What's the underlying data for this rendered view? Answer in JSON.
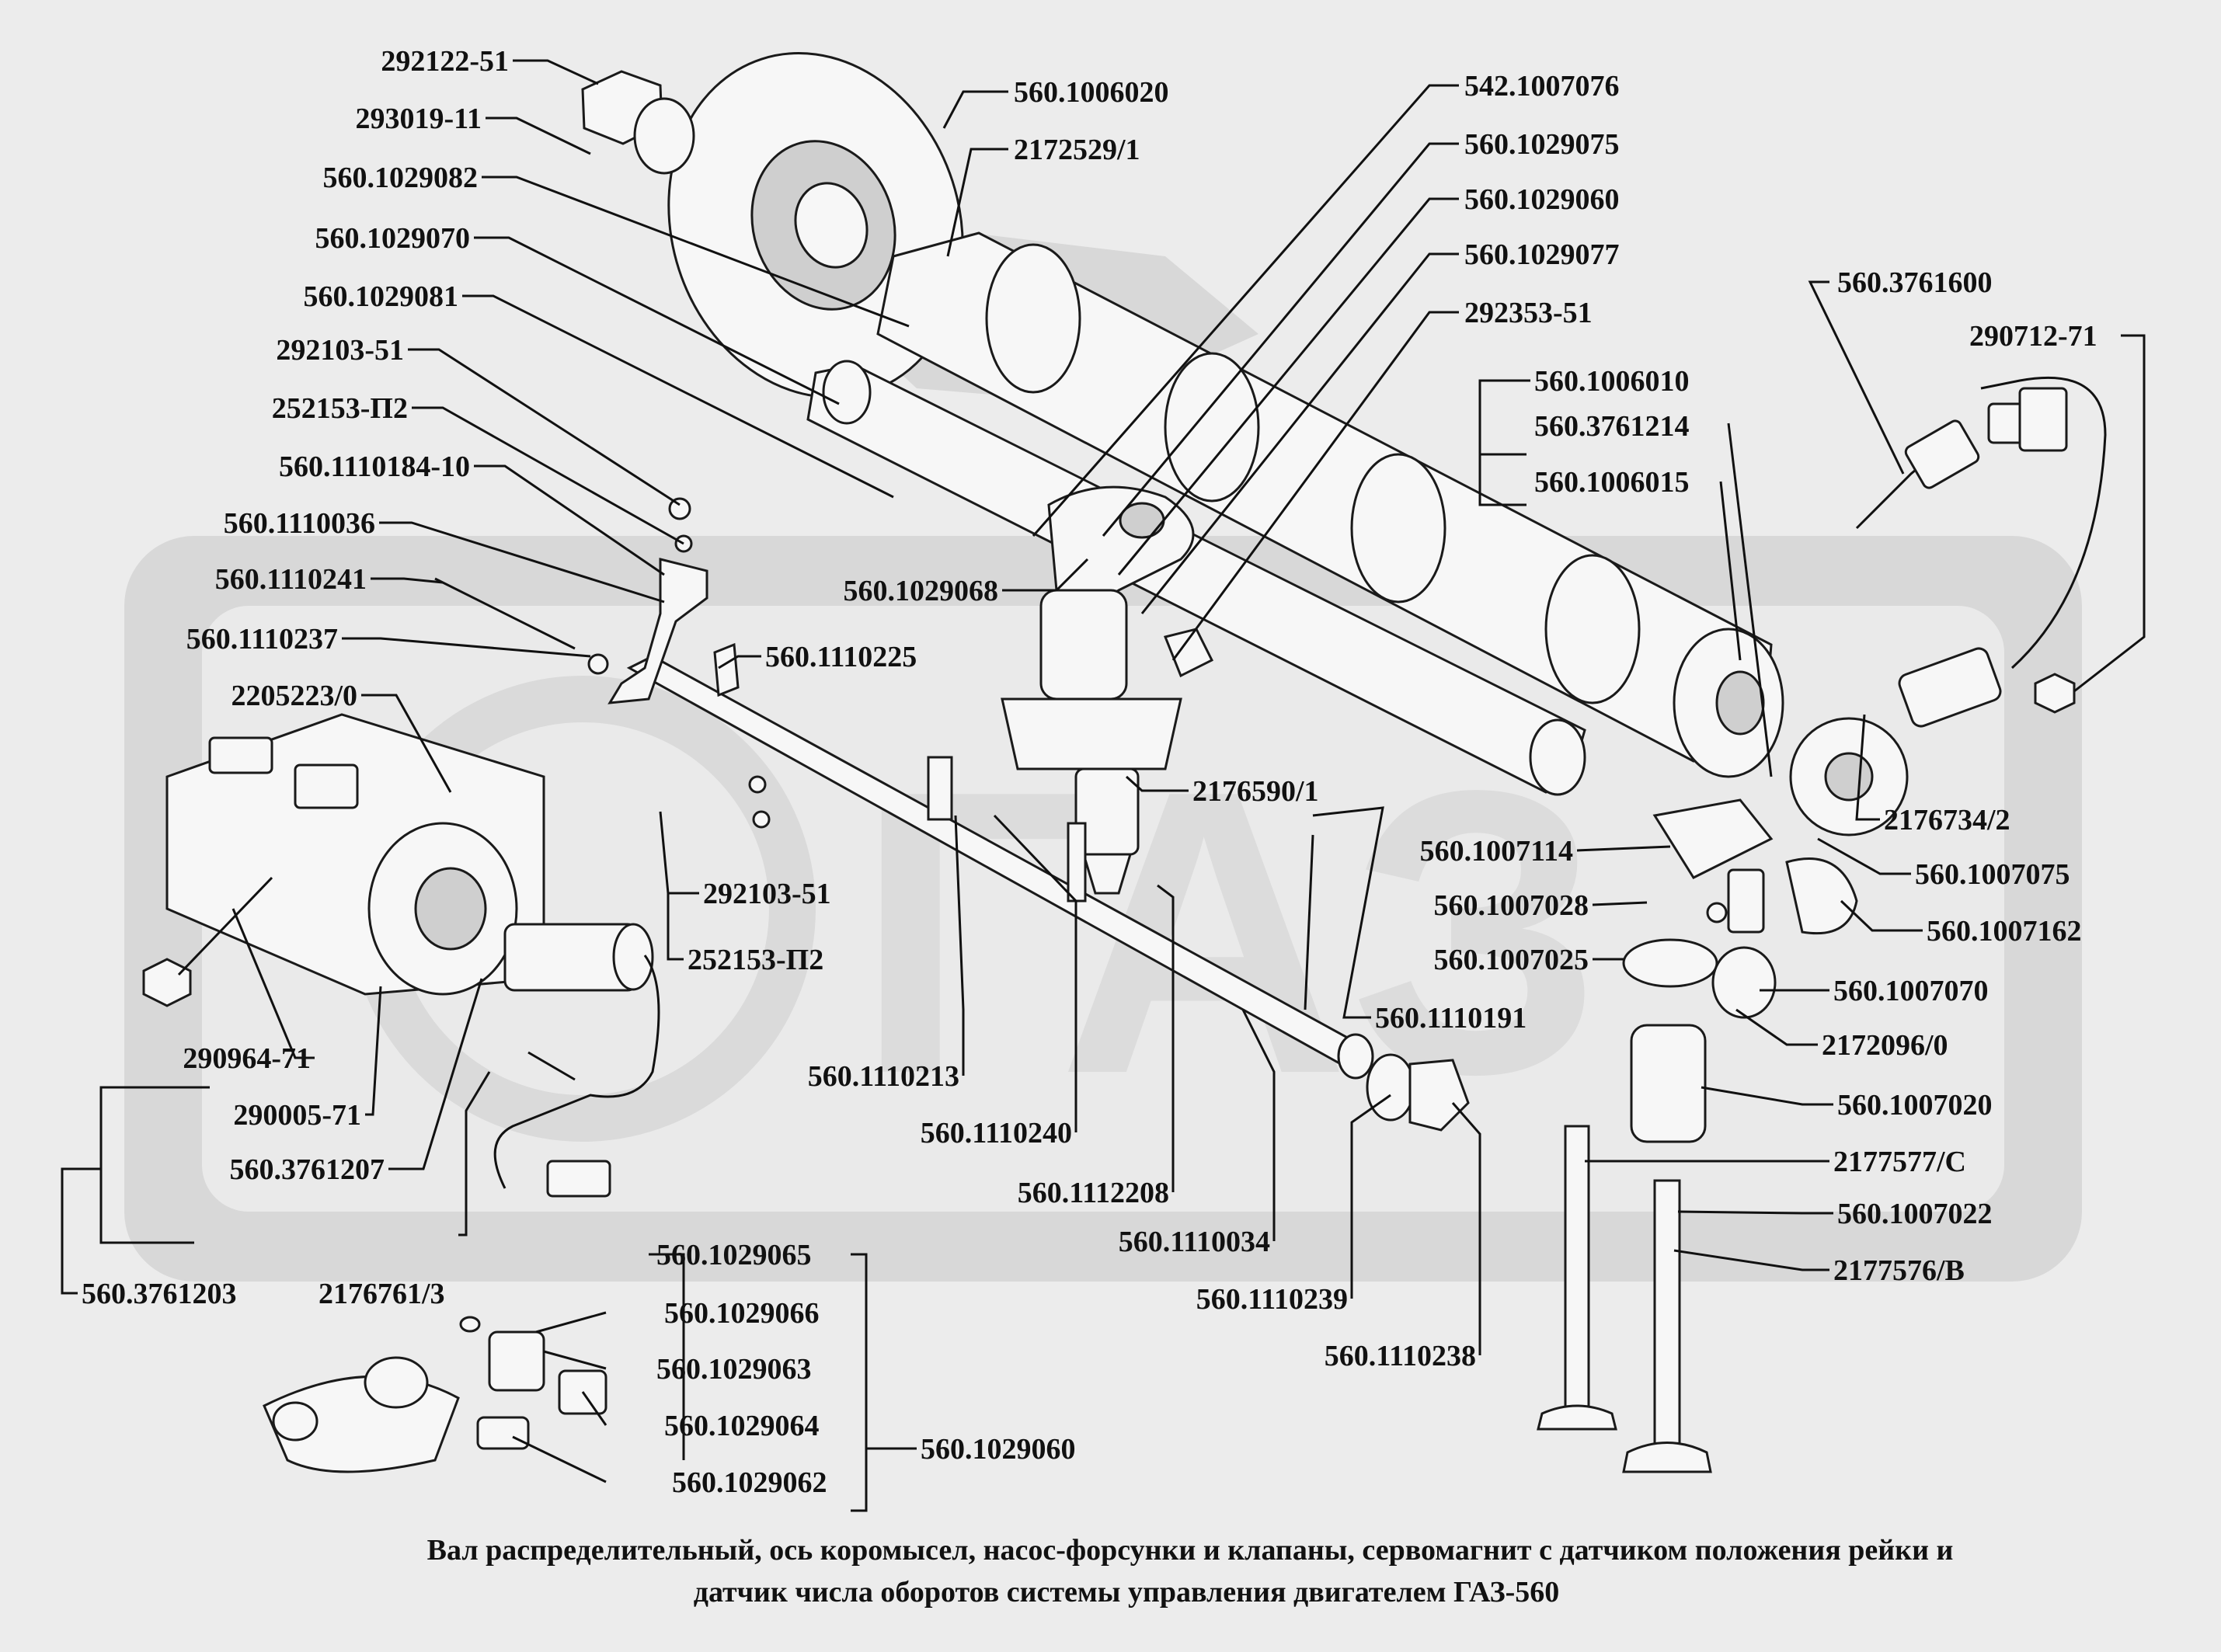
{
  "labels": [
    "292122-51",
    "293019-11",
    "560.1029082",
    "560.1029070",
    "560.1029081",
    "292103-51",
    "252153-П2",
    "560.1110184-10",
    "560.1110036",
    "560.1110241",
    "560.1110237",
    "2205223/0",
    "560.1006020",
    "2172529/1",
    "542.1007076",
    "560.1029075",
    "560.1029060",
    "560.1029077",
    "292353-51",
    "560.1006010",
    "560.3761214",
    "560.1006015",
    "560.3761600",
    "290712-71",
    "560.1029068",
    "560.1110225",
    "2176590/1",
    "2176734/2",
    "560.1007114",
    "560.1007075",
    "560.1007028",
    "560.1007162",
    "560.1007025",
    "560.1007070",
    "560.1110191",
    "2172096/0",
    "560.1007020",
    "2177577/С",
    "560.1007022",
    "2177576/В",
    "292103-51",
    "252153-П2",
    "290964-71",
    "290005-71",
    "560.3761207",
    "560.3761203",
    "2176761/3",
    "560.1110213",
    "560.1110240",
    "560.1112208",
    "560.1110034",
    "560.1110239",
    "560.1110238",
    "560.1029065",
    "560.1029066",
    "560.1029063",
    "560.1029064",
    "560.1029062",
    "560.1029060"
  ],
  "caption": {
    "line1": "Вал распределительный, ось коромысел, насос-форсунки и клапаны,  сервомагнит с  датчиком положения рейки и",
    "line2": "датчик числа оборотов системы управления двигателем ГАЗ-560"
  }
}
